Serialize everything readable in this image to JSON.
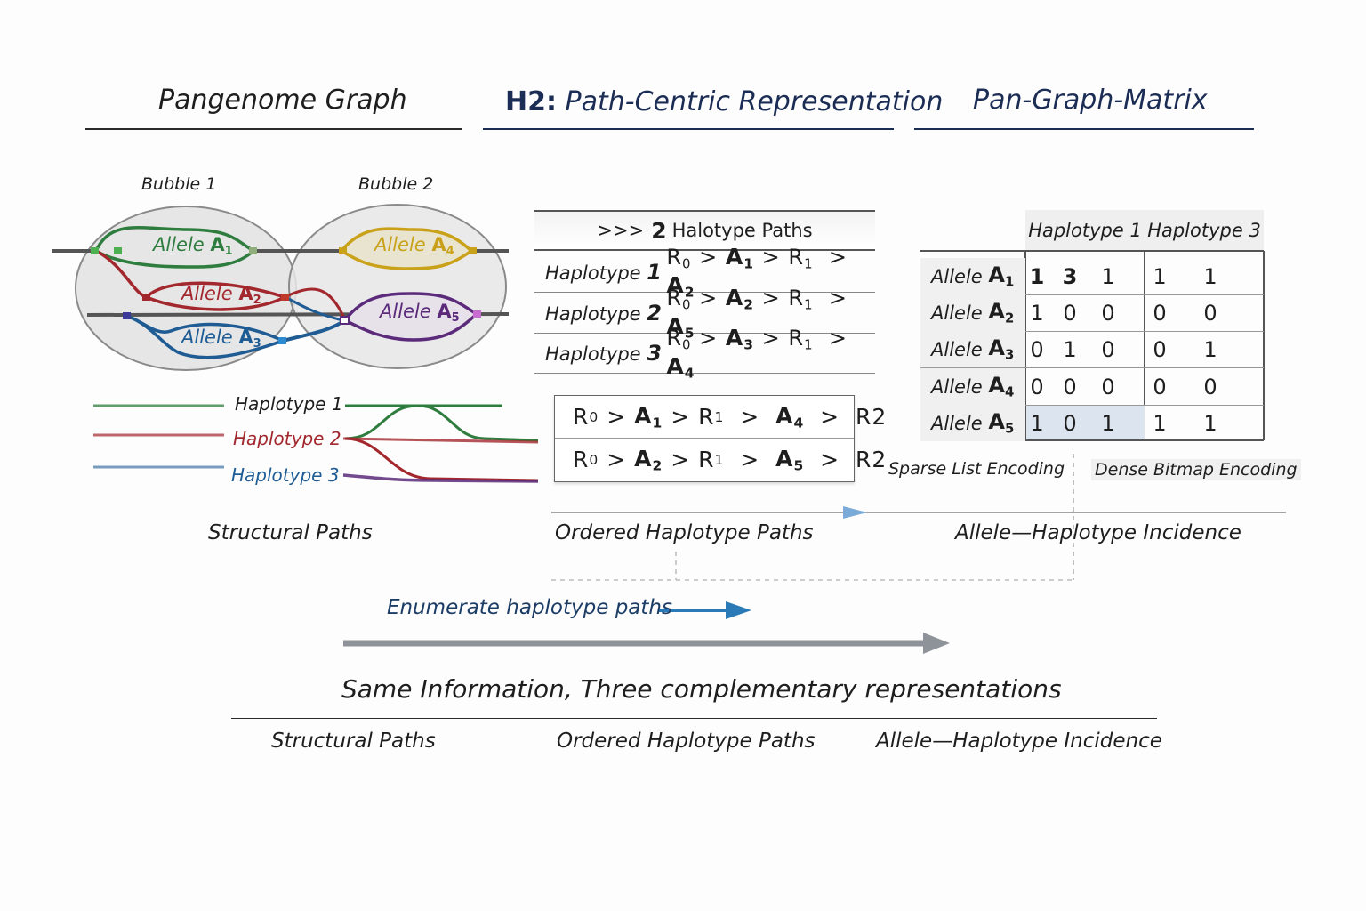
{
  "headers": {
    "left": "Pangenome Graph",
    "middle_prefix": "H2:",
    "middle": "Path-Centric Representation",
    "right": "Pan-Graph-Matrix"
  },
  "graph": {
    "bubble1": "Bubble 1",
    "bubble2": "Bubble 2",
    "allele_word": "Allele",
    "alleles": [
      "A1",
      "A2",
      "A3",
      "A4",
      "A5"
    ],
    "haplotypes": [
      "Haplotype 1",
      "Haplotype 2",
      "Haplotype 3"
    ],
    "colors": {
      "a1": "#2e7d3e",
      "a2": "#a3282e",
      "a3": "#1f5c94",
      "a4": "#c9a21a",
      "a5": "#5b2a7a",
      "ref": "#555555"
    }
  },
  "h2": {
    "title_prefix": ">>>",
    "title_count": "2",
    "title_rest": "Halotype Paths",
    "rows": [
      {
        "label": "Haplotype",
        "num": "1",
        "path": [
          "R0",
          "A1",
          "R1",
          "A2"
        ]
      },
      {
        "label": "Haplotype",
        "num": "2",
        "path": [
          "R0",
          "A2",
          "R1",
          "A5"
        ]
      },
      {
        "label": "Haplotype",
        "num": "3",
        "path": [
          "R0",
          "A3",
          "R1",
          "A4"
        ]
      }
    ],
    "sequences": [
      [
        "R0",
        "A1",
        "R1",
        "A4",
        "R2"
      ],
      [
        "R0",
        "A2",
        "R1",
        "A5",
        "R2"
      ]
    ]
  },
  "matrix": {
    "col_headers": [
      "Haplotype 1",
      "Haplotype 3"
    ],
    "row_word": "Allele",
    "rows": [
      {
        "allele": "A1",
        "values": [
          "1",
          "3",
          "1",
          "1",
          "1"
        ]
      },
      {
        "allele": "A2",
        "values": [
          "1",
          "0",
          "0",
          "0",
          "0"
        ]
      },
      {
        "allele": "A3",
        "values": [
          "0",
          "1",
          "0",
          "0",
          "1"
        ]
      },
      {
        "allele": "A4",
        "values": [
          "0",
          "0",
          "0",
          "0",
          "0"
        ]
      },
      {
        "allele": "A5",
        "values": [
          "1",
          "0",
          "1",
          "1",
          "1"
        ]
      }
    ],
    "sparse_label": "Sparse List Encoding",
    "dense_label": "Dense Bitmap Encoding"
  },
  "flow": {
    "label_left": "Structural Paths",
    "label_mid": "Ordered Haplotype Paths",
    "label_right": "Allele—Haplotype Incidence",
    "enumerate": "Enumerate haplotype paths",
    "summary": "Same Information, Three complementary representations",
    "footer": [
      "Structural Paths",
      "Ordered Haplotype Paths",
      "Allele—Haplotype Incidence"
    ]
  }
}
